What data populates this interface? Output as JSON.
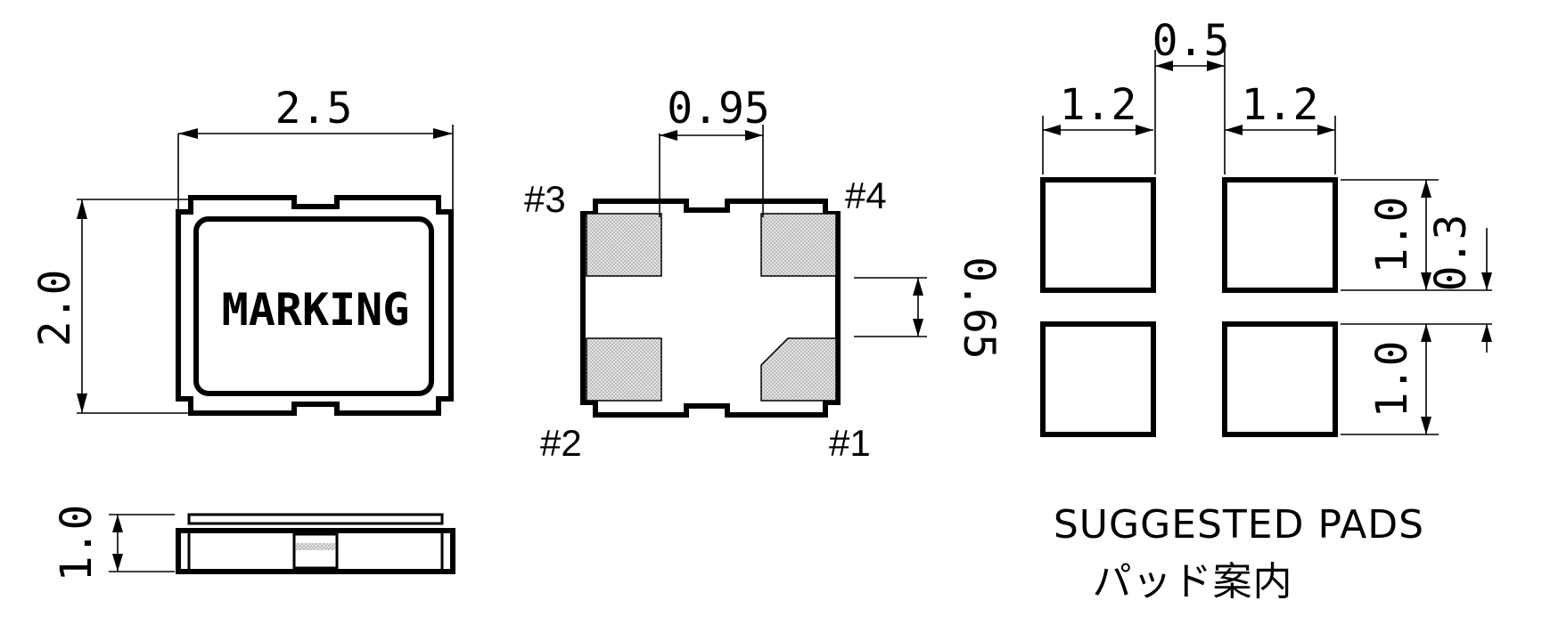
{
  "top_view": {
    "width_label": "2.5",
    "height_label": "2.0",
    "marking": "MARKING"
  },
  "bottom_view": {
    "pitch_label": "0.95",
    "gap_label": "0.65",
    "pins": [
      "#3",
      "#4",
      "#2",
      "#1"
    ]
  },
  "side_view": {
    "thickness_label": "1.0"
  },
  "suggested_pads": {
    "gap_x_label": "0.5",
    "pad_w_left_label": "1.2",
    "pad_w_right_label": "1.2",
    "pad_h_top_label": "1.0",
    "pad_h_bottom_label": "1.0",
    "gap_y_label": "0.3",
    "caption_en": "SUGGESTED PADS",
    "caption_ja": "パッド案内"
  }
}
